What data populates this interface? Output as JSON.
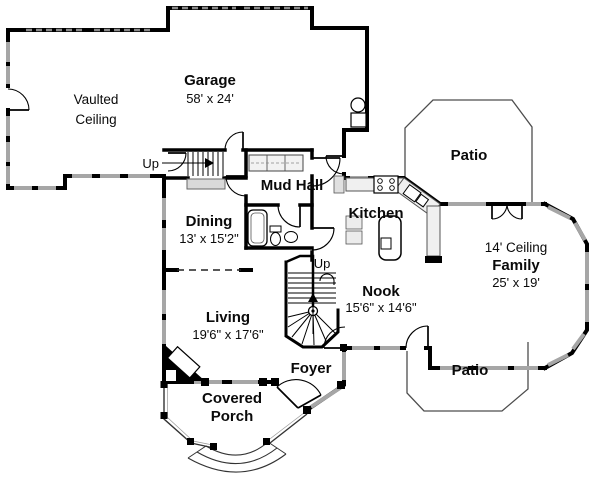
{
  "rooms": {
    "vaulted": {
      "line1": "Vaulted",
      "line2": "Ceiling"
    },
    "garage": {
      "name": "Garage",
      "dims": "58' x 24'"
    },
    "mud_hall": {
      "name": "Mud Hall"
    },
    "dining": {
      "name": "Dining",
      "dims": "13' x 15'2\""
    },
    "kitchen": {
      "name": "Kitchen"
    },
    "patio_upper": {
      "name": "Patio"
    },
    "family": {
      "ceiling": "14' Ceiling",
      "name": "Family",
      "dims": "25' x 19'"
    },
    "nook": {
      "name": "Nook",
      "dims": "15'6\" x 14'6\""
    },
    "living": {
      "name": "Living",
      "dims": "19'6\" x 17'6\""
    },
    "foyer": {
      "name": "Foyer"
    },
    "covered_porch": {
      "line1": "Covered",
      "line2": "Porch"
    },
    "patio_lower": {
      "name": "Patio"
    }
  },
  "labels": {
    "up_garage": "Up",
    "up_main": "Up"
  },
  "colors": {
    "wall": "#000000",
    "window": "#a6a6a6",
    "counter_fill": "#f0f0f0",
    "patio_outline": "#4d4d4d",
    "background": "#ffffff"
  }
}
